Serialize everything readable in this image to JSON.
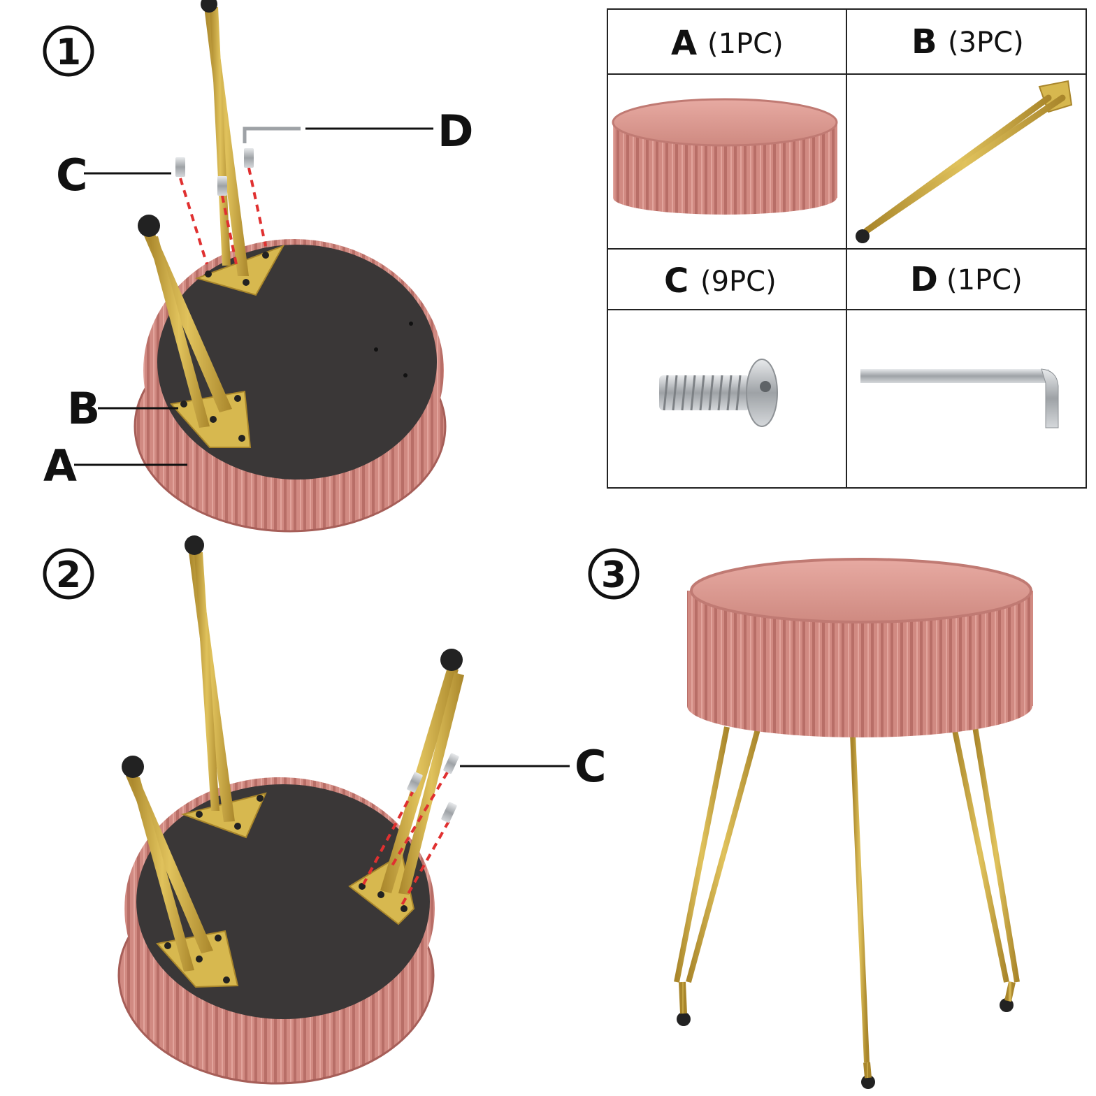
{
  "steps": {
    "step1": "1",
    "step2": "2",
    "step3": "3"
  },
  "callouts": {
    "step1": {
      "a": "A",
      "b": "B",
      "c": "C",
      "d": "D"
    },
    "step2": {
      "c": "C"
    }
  },
  "parts_table": {
    "parts": [
      {
        "letter": "A",
        "qty": "(1PC)",
        "icon": "cushion-seat-icon"
      },
      {
        "letter": "B",
        "qty": "(3PC)",
        "icon": "hairpin-leg-icon"
      },
      {
        "letter": "C",
        "qty": "(9PC)",
        "icon": "screw-icon"
      },
      {
        "letter": "D",
        "qty": "(1PC)",
        "icon": "allen-key-icon"
      }
    ]
  },
  "colors": {
    "velvet_pink": "#d18a82",
    "velvet_dark": "#b36a63",
    "gold": "#c9a43a",
    "felt_black": "#3a3737",
    "guide_red": "#e03030",
    "steel": "#b9bcc0"
  }
}
